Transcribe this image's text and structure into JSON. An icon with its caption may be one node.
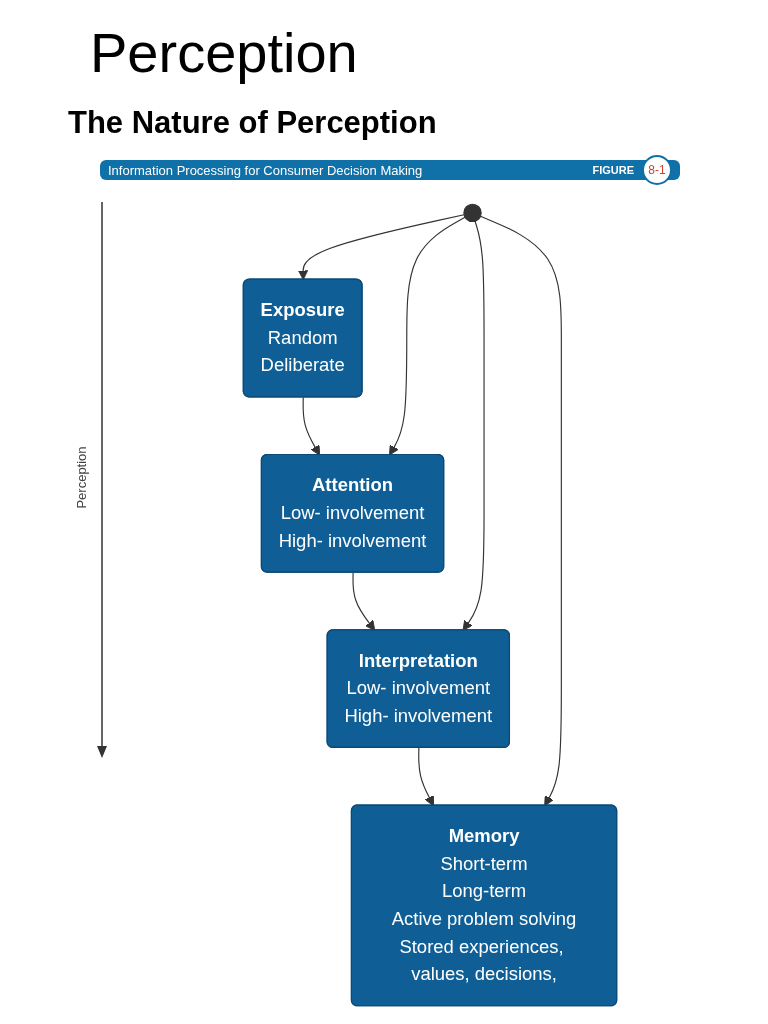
{
  "diagram": {
    "title": "Perception",
    "nodes": [
      {
        "text": [
          "Exposure",
          "Random",
          "Deliberate"
        ]
      },
      {
        "text": [
          "Attention",
          "Low- involvement",
          "High- involvement"
        ]
      },
      {
        "text": [
          "Interpretation",
          "Low- involvement",
          "High- involvement"
        ]
      },
      {
        "text": [
          "Memory",
          "Short-term",
          "Long-term",
          "Active problem solving",
          "Stored experiences, values, decisions,"
        ]
      }
    ],
    "edges": [
      {
        "from": 0,
        "to": 1,
        "arrow": "to"
      },
      {
        "from": 1,
        "to": 2,
        "arrow": "to"
      },
      {
        "from": 2,
        "to": 3,
        "arrow": "to"
      },
      {
        "from": null,
        "to": 0,
        "arrow": "to"
      },
      {
        "from": null,
        "to": 1,
        "arrow": "to"
      },
      {
        "from": null,
        "to": 2,
        "arrow": "to"
      },
      {
        "from": null,
        "to": 3,
        "arrow": "to"
      }
    ],
    "labels": [
      "The Nature of Perception",
      "Information Processing for Consumer Decision Making",
      "FIGURE",
      "8-1",
      "Perception"
    ]
  }
}
